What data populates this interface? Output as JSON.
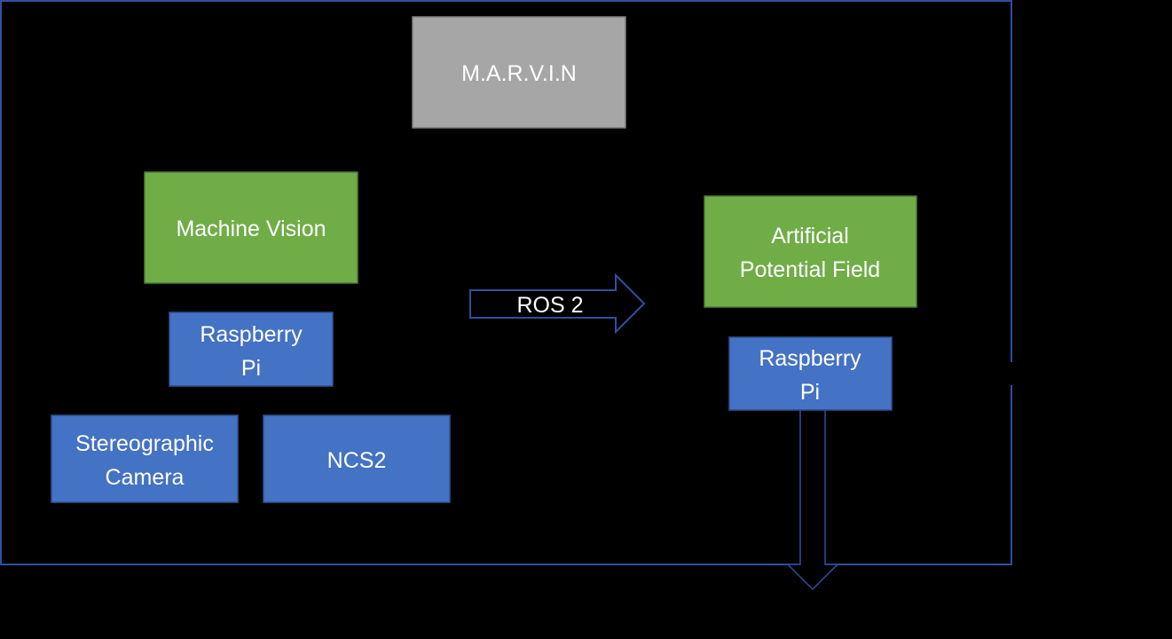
{
  "colors": {
    "background": "#000000",
    "frame": "#2F4FA0",
    "green": "#70AD47",
    "green_border": "#507E32",
    "blue": "#4472C4",
    "blue_border": "#2F528F",
    "gray": "#A6A6A6",
    "gray_border": "#7F7F7F",
    "text": "#FFFFFF"
  },
  "nodes": {
    "marvin": {
      "label": "M.A.R.V.I.N"
    },
    "machine_vision": {
      "label": "Machine Vision"
    },
    "rpi_left": {
      "line1": "Raspberry",
      "line2": "Pi"
    },
    "stereo_camera": {
      "line1": "Stereographic",
      "line2": "Camera"
    },
    "ncs2": {
      "label": "NCS2"
    },
    "apf": {
      "line1": "Artificial",
      "line2": "Potential Field"
    },
    "rpi_right": {
      "line1": "Raspberry",
      "line2": "Pi"
    }
  },
  "connectors": {
    "ros2": {
      "label": "ROS 2"
    }
  }
}
